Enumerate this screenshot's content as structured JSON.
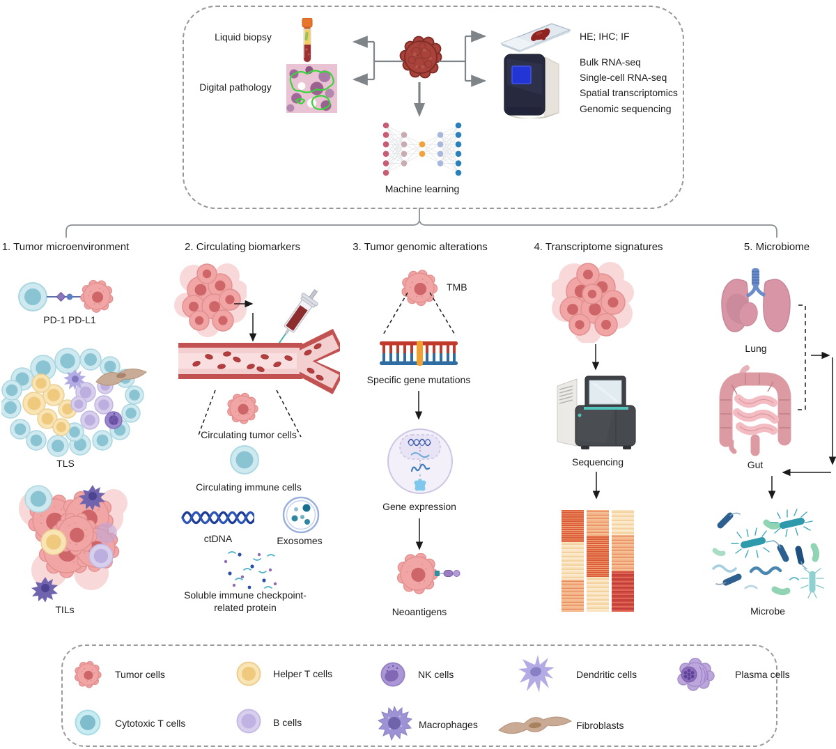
{
  "top_panel": {
    "liquid_biopsy": "Liquid biopsy",
    "digital_pathology": "Digital pathology",
    "stains": "HE; IHC; IF",
    "seq_methods": [
      "Bulk RNA-seq",
      "Single-cell RNA-seq",
      "Spatial transcriptomics",
      "Genomic sequencing"
    ],
    "machine_learning": "Machine learning"
  },
  "columns": [
    {
      "title": "1. Tumor microenvironment",
      "labels": {
        "pd1_pdl1": "PD-1 PD-L1",
        "tls": "TLS",
        "tils": "TILs"
      }
    },
    {
      "title": "2. Circulating biomarkers",
      "labels": {
        "circulating_tumor_cells": "Circulating tumor cells",
        "circulating_immune_cells": "Circulating immune cells",
        "ctdna": "ctDNA",
        "exosomes": "Exosomes",
        "soluble": "Soluble immune checkpoint-related protein"
      }
    },
    {
      "title": "3. Tumor genomic alterations",
      "labels": {
        "tmb": "TMB",
        "specific_gene_mutations": "Specific gene mutations",
        "gene_expression": "Gene expression",
        "neoantigens": "Neoantigens"
      }
    },
    {
      "title": "4. Transcriptome signatures",
      "labels": {
        "sequencing": "Sequencing"
      }
    },
    {
      "title": "5. Microbiome",
      "labels": {
        "lung": "Lung",
        "gut": "Gut",
        "microbe": "Microbe"
      }
    }
  ],
  "legend": {
    "items": [
      {
        "icon": "tumor-cell-icon",
        "label": "Tumor cells"
      },
      {
        "icon": "helper-t-cell-icon",
        "label": "Helper T cells"
      },
      {
        "icon": "nk-cell-icon",
        "label": "NK cells"
      },
      {
        "icon": "dendritic-cell-icon",
        "label": "Dendritic cells"
      },
      {
        "icon": "plasma-cell-icon",
        "label": "Plasma cells"
      },
      {
        "icon": "cytotoxic-t-cell-icon",
        "label": "Cytotoxic T cells"
      },
      {
        "icon": "b-cell-icon",
        "label": "B cells"
      },
      {
        "icon": "macrophage-icon",
        "label": "Macrophages"
      },
      {
        "icon": "fibroblast-icon",
        "label": "Fibroblasts"
      }
    ]
  },
  "network": {
    "layers": [
      6,
      4,
      2,
      4,
      6
    ],
    "layer_colors": [
      "#c75d74",
      "#c9abb2",
      "#f0a23c",
      "#a9b7dc",
      "#2c80b9"
    ]
  },
  "colors": {
    "tumor_pink": "#f1a5a5",
    "tumor_dark_red": "#a8423a",
    "cytotoxic_cyan": "#cfe9f0",
    "helper_yellow": "#f8e4b4",
    "nk_purple": "#a894d4",
    "b_lavender": "#d7cfec",
    "dna_red": "#c0392b",
    "dna_blue": "#2e6da4",
    "mutation_orange": "#f0a030",
    "arrow_gray": "#7f8488"
  }
}
